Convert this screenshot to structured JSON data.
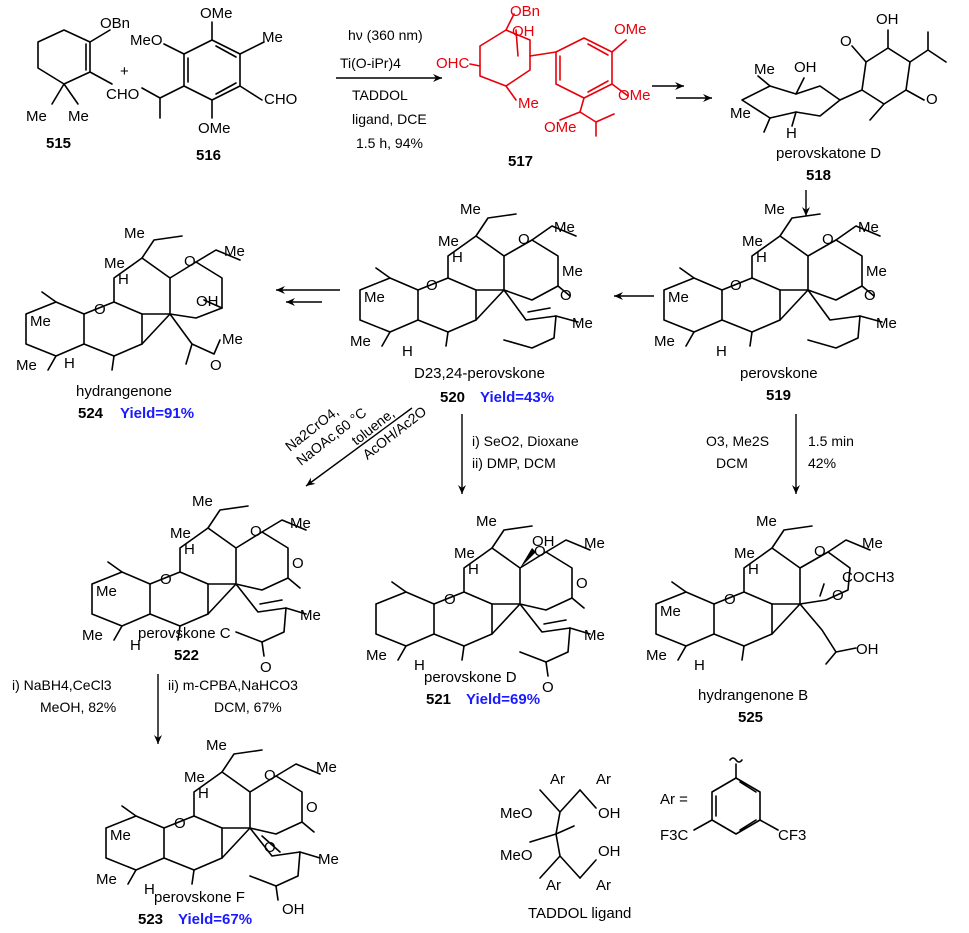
{
  "colors": {
    "ink": "#000000",
    "highlight": "#e8000b",
    "yield": "#1a1aff"
  },
  "compounds": [
    {
      "id": "c515",
      "number": "515",
      "name": "",
      "atoms": [
        "OBn",
        "CHO",
        "Me",
        "Me"
      ]
    },
    {
      "id": "c516",
      "number": "516",
      "name": "",
      "atoms": [
        "OMe",
        "MeO",
        "Me",
        "CHO",
        "OMe"
      ]
    },
    {
      "id": "c517",
      "number": "517",
      "name": "",
      "atoms": [
        "OBn",
        "OH",
        "OHC",
        "OMe",
        "OMe",
        "Me",
        "OMe"
      ]
    },
    {
      "id": "c518",
      "number": "518",
      "name": "perovskatone D",
      "atoms": [
        "OH",
        "O",
        "OH",
        "O",
        "Me",
        "Me",
        "H"
      ]
    },
    {
      "id": "c519",
      "number": "519",
      "name": "perovskone",
      "atoms": [
        "Me",
        "Me",
        "O",
        "Me",
        "H",
        "O",
        "O",
        "Me",
        "Me",
        "Me",
        "H"
      ]
    },
    {
      "id": "c520",
      "number": "520",
      "name": "D23,24-perovskone",
      "yield": "Yield=43%",
      "atoms": [
        "Me",
        "Me",
        "O",
        "Me",
        "H",
        "O",
        "O",
        "Me",
        "Me",
        "Me",
        "H"
      ]
    },
    {
      "id": "c524",
      "number": "524",
      "name": "hydrangenone",
      "yield": "Yield=91%",
      "atoms": [
        "Me",
        "Me",
        "O",
        "Me",
        "H",
        "O",
        "OH",
        "Me",
        "O",
        "Me",
        "Me",
        "H"
      ]
    },
    {
      "id": "c522",
      "number": "522",
      "name": "perovskone C",
      "atoms": [
        "Me",
        "Me",
        "O",
        "H",
        "O",
        "O",
        "Me",
        "Me",
        "O",
        "Me",
        "H"
      ]
    },
    {
      "id": "c521",
      "number": "521",
      "name": "perovskone D",
      "yield": "Yield=69%",
      "atoms": [
        "Me",
        "Me",
        "O",
        "H",
        "OH",
        "O",
        "O",
        "Me",
        "O",
        "Me",
        "Me",
        "H"
      ]
    },
    {
      "id": "c525",
      "number": "525",
      "name": "hydrangenone B",
      "atoms": [
        "Me",
        "Me",
        "O",
        "H",
        "Me",
        "COCH3",
        "O",
        "O",
        "Me",
        "OH",
        "Me",
        "H"
      ]
    },
    {
      "id": "c523",
      "number": "523",
      "name": "perovskone F",
      "yield": "Yield=67%",
      "atoms": [
        "Me",
        "Me",
        "O",
        "H",
        "Me",
        "O",
        "O",
        "Me",
        "O",
        "Me",
        "Me",
        "H",
        "OH"
      ]
    }
  ],
  "reagents": {
    "r1": [
      "hν (360 nm)",
      "Ti(O-iPr)4",
      "TADDOL",
      "ligand, DCE",
      "1.5 h, 94%"
    ],
    "plus": "+",
    "r_520_521": [
      "i) SeO2, Dioxane",
      "ii) DMP, DCM"
    ],
    "r_519_525_left": [
      "O3, Me2S",
      "DCM"
    ],
    "r_519_525_right": [
      "1.5 min",
      "42%"
    ],
    "r_520_522": [
      "Na2CrO4,",
      "NaOAc,60 °C",
      "toluene,",
      "AcOH/Ac2O"
    ],
    "r_522_523_left": [
      "i) NaBH4,CeCl3",
      "MeOH, 82%"
    ],
    "r_522_523_right": [
      "ii) m-CPBA,NaHCO3",
      "DCM, 67%"
    ]
  },
  "taddol": {
    "caption": "TADDOL ligand",
    "labels": [
      "Ar",
      "Ar",
      "MeO",
      "OH",
      "OH",
      "MeO",
      "Ar",
      "Ar"
    ],
    "ar_def": "Ar =",
    "ar_groups": [
      "F3C",
      "CF3"
    ]
  }
}
